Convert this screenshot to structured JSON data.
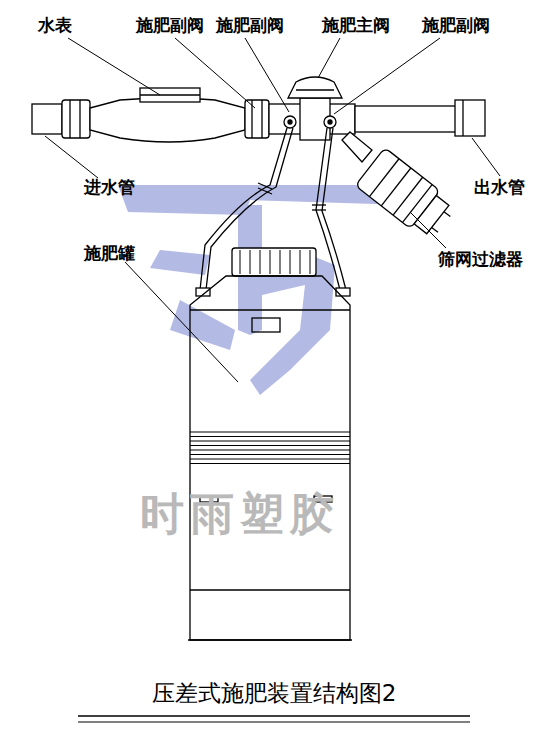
{
  "diagram": {
    "title": "压差式施肥装置结构图2",
    "labels": [
      "水表",
      "施肥副阀",
      "施肥副阀",
      "施肥主阀",
      "施肥副阀",
      "进水管",
      "出水管",
      "施肥罐",
      "筛网过滤器",
      "时雨塑胶"
    ]
  }
}
